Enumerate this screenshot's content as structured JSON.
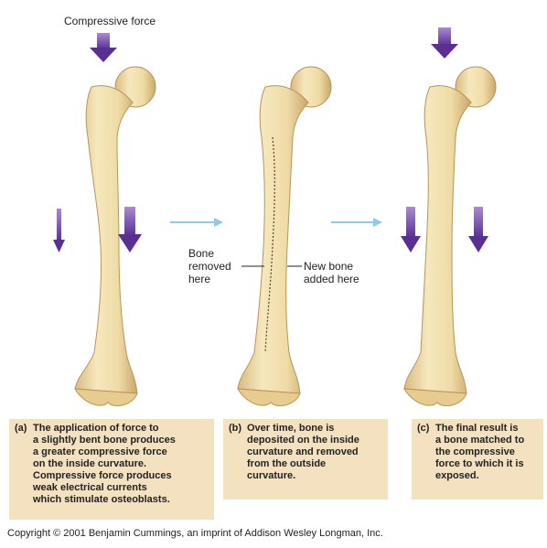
{
  "labels": {
    "compressive_force": "Compressive force",
    "bone_removed": "Bone\nremoved\nhere",
    "new_bone": "New bone\nadded here"
  },
  "captions": [
    {
      "tag": "(a)",
      "text": "The application of force to\na slightly bent bone produces\na greater compressive force\non the inside curvature.\nCompressive force produces\nweak electrical currents\nwhich stimulate osteoblasts."
    },
    {
      "tag": "(b)",
      "text": "Over time, bone is\ndeposited on the inside\ncurvature and removed\nfrom the outside\ncurvature."
    },
    {
      "tag": "(c)",
      "text": "The final result is\na bone matched to\nthe compressive\nforce to which it is\nexposed."
    }
  ],
  "copyright": "Copyright © 2001 Benjamin Cummings, an imprint of Addison Wesley Longman, Inc.",
  "colors": {
    "bone": "#f0dfa8",
    "bone_shadow": "#c9a86a",
    "force_arrow": "#6b3fa0",
    "step_arrow": "#8ec9ea",
    "caption_bg": "#f4e1bf"
  }
}
